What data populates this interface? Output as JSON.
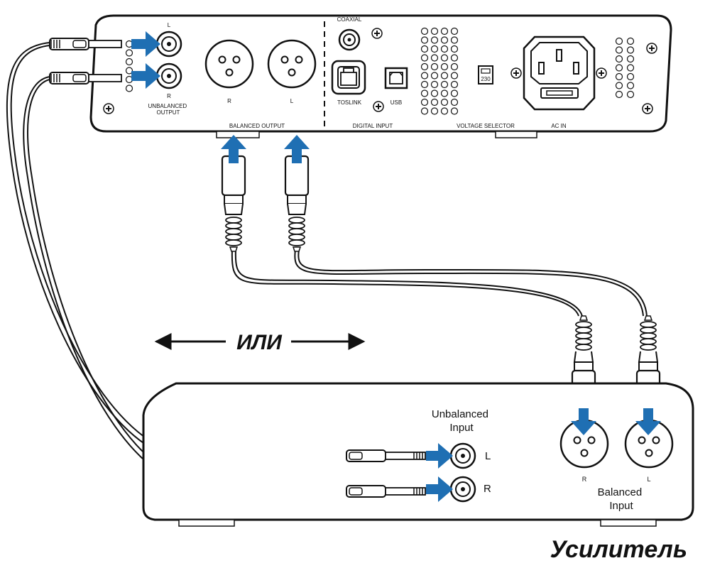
{
  "dac": {
    "unbalanced_output_label": "UNBALANCED\nOUTPUT",
    "rca_left_label": "L",
    "rca_right_label": "R",
    "balanced_output_label": "BALANCED OUTPUT",
    "xlr_right_label": "R",
    "xlr_left_label": "L",
    "coaxial_label": "COAXIAL",
    "toslink_label": "TOSLINK",
    "usb_label": "USB",
    "digital_input_label": "DIGITAL INPUT",
    "voltage_selector_label": "VOLTAGE SELECTOR",
    "voltage_value": "230",
    "ac_in_label": "AC IN"
  },
  "or_label": "ИЛИ",
  "amplifier": {
    "title": "Усилитель",
    "unbalanced_input_label": "Unbalanced\nInput",
    "rca_left_label": "L",
    "rca_right_label": "R",
    "balanced_input_label": "Balanced\nInput",
    "xlr_right_label": "R",
    "xlr_left_label": "L"
  },
  "colors": {
    "arrow": "#1f6fb3",
    "outline": "#111111",
    "panel_fill": "#ffffff"
  }
}
